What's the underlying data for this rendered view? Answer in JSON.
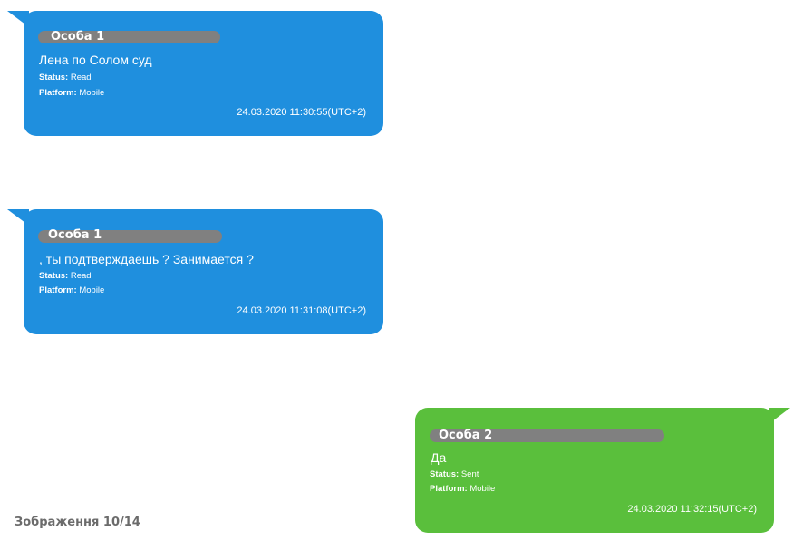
{
  "messages": [
    {
      "sender": "Особа 1",
      "text": "Лена по Солом суд",
      "status_label": "Status:",
      "status_value": "Read",
      "platform_label": "Platform:",
      "platform_value": "Mobile",
      "timestamp": "24.03.2020 11:30:55(UTC+2)",
      "direction": "incoming",
      "color": "#1f8fde"
    },
    {
      "sender": "Особа 1",
      "text": ", ты подтверждаешь ? Занимается ?",
      "status_label": "Status:",
      "status_value": "Read",
      "platform_label": "Platform:",
      "platform_value": "Mobile",
      "timestamp": "24.03.2020 11:31:08(UTC+2)",
      "direction": "incoming",
      "color": "#1f8fde"
    },
    {
      "sender": "Особа 2",
      "text": "Да",
      "status_label": "Status:",
      "status_value": "Sent",
      "platform_label": "Platform:",
      "platform_value": "Mobile",
      "timestamp": "24.03.2020 11:32:15(UTC+2)",
      "direction": "outgoing",
      "color": "#5abf3c"
    }
  ],
  "caption": "Зображення 10/14",
  "colors": {
    "incoming": "#1f8fde",
    "outgoing": "#5abf3c",
    "redaction": "#808080",
    "caption": "#6b6b6b"
  }
}
